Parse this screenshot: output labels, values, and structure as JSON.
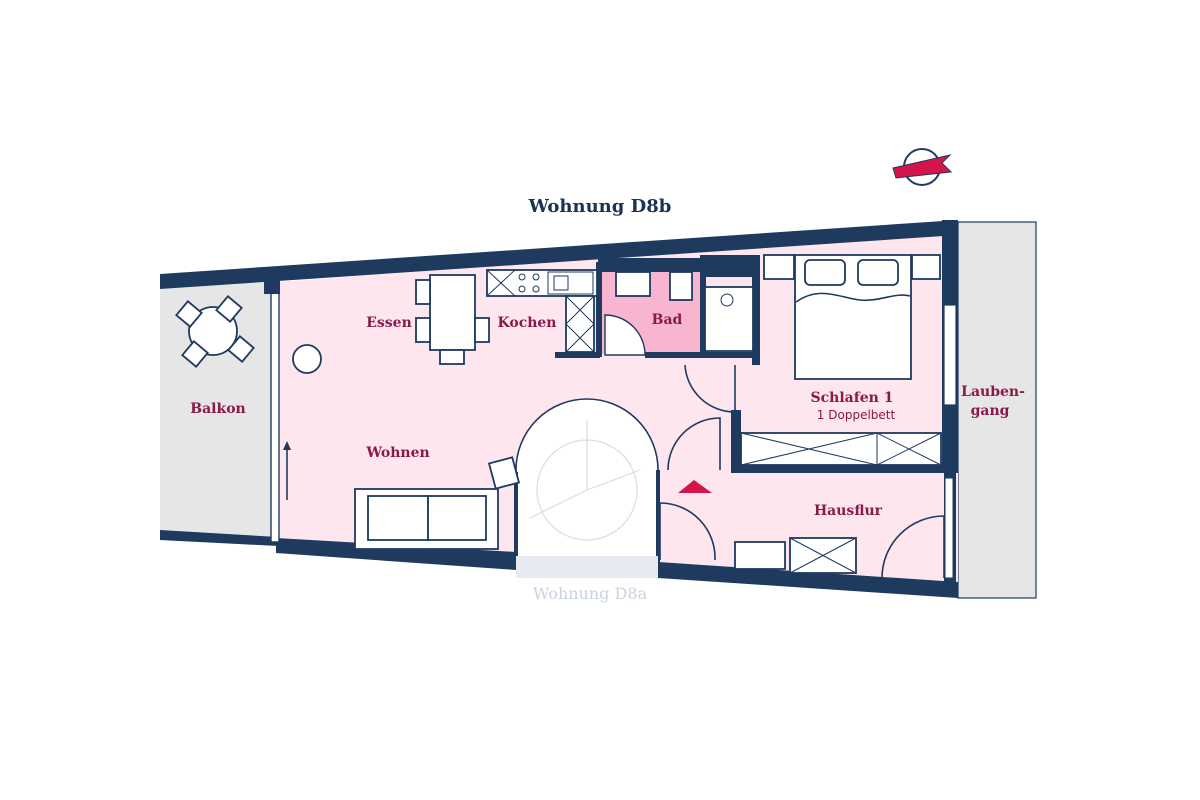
{
  "plan": {
    "title": "Wohnung D8b",
    "neighbor": "Wohnung D8a",
    "rooms": {
      "balkon": "Balkon",
      "essen": "Essen",
      "kochen": "Kochen",
      "bad": "Bad",
      "wohnen": "Wohnen",
      "schlafen": "Schlafen 1",
      "schlafen_sub": "1 Doppelbett",
      "hausflur": "Hausflur",
      "laubengang_1": "Lauben-",
      "laubengang_2": "gang"
    },
    "colors": {
      "wall": "#1e3a5f",
      "room_fill": "#fde6ee",
      "bath_fill": "#f7b5cf",
      "outdoor_fill": "#e6e6e6",
      "label": "#8a1848",
      "entry_marker": "#d4154b"
    },
    "icons": {
      "compass": "compass-icon",
      "entry": "entry-triangle-icon"
    }
  }
}
